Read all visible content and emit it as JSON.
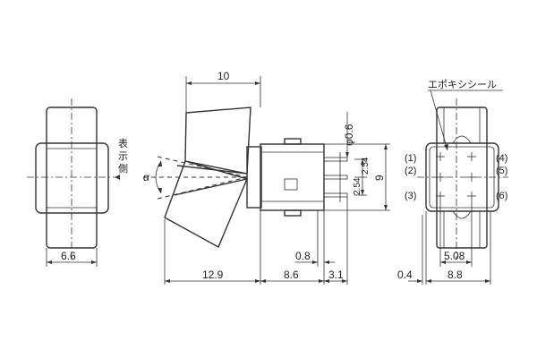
{
  "front_view": {
    "width_label": "6.6",
    "display_side_label": [
      "表",
      "示",
      "側"
    ]
  },
  "side_view": {
    "top_dim": "10",
    "angle_label": "α",
    "pin_diameter_label": "φ0.6",
    "pitch_label_1": "2.54",
    "pitch_label_2": "2.54",
    "height_label": "9",
    "bottom_dims": [
      "12.9",
      "8.6",
      "3.1"
    ],
    "offset_dim": "0.8"
  },
  "rear_view": {
    "epoxy_label": "エポキシシール",
    "pin_labels_left": [
      "(1)",
      "(2)",
      "(3)"
    ],
    "pin_labels_right": [
      "(4)",
      "(5)",
      "(6)"
    ],
    "pin_pitch": "5.08",
    "bottom_dims": [
      "0.4",
      "8.8"
    ]
  },
  "colors": {
    "line": "#333333",
    "background": "#ffffff"
  }
}
